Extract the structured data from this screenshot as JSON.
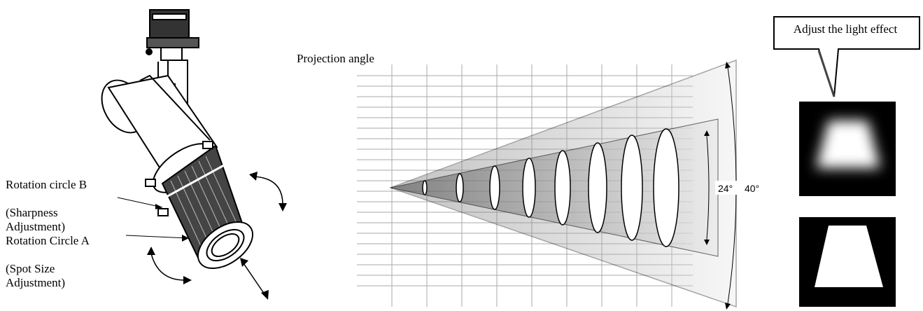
{
  "fixture": {
    "label_b_title": "Rotation circle B",
    "label_b_sub": "(Sharpness\nAdjustment)",
    "label_a_title": "Rotation Circle A",
    "label_a_sub": "(Spot Size\nAdjustment)"
  },
  "projection": {
    "title": "Projection angle",
    "angle_inner": "24°",
    "angle_outer": "40°"
  },
  "effect": {
    "callout": "Adjust the light effect"
  }
}
